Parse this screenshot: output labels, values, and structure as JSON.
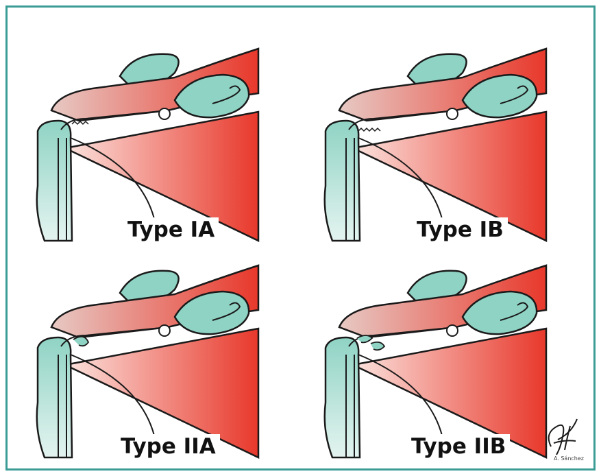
{
  "panels": [
    {
      "id": "IA",
      "label": "Type IA"
    },
    {
      "id": "IB",
      "label": "Type IB"
    },
    {
      "id": "IIA",
      "label": "Type IIA"
    },
    {
      "id": "IIB",
      "label": "Type IIB"
    }
  ],
  "signature": {
    "name": "A. Sánchez"
  },
  "colors": {
    "border": "#3a9c95",
    "bone": "#8fd3c4",
    "bone_light": "#e4f4f0",
    "muscle": "#e8382b",
    "muscle_light": "#f3c1b9",
    "outline": "#1a1a1a"
  }
}
